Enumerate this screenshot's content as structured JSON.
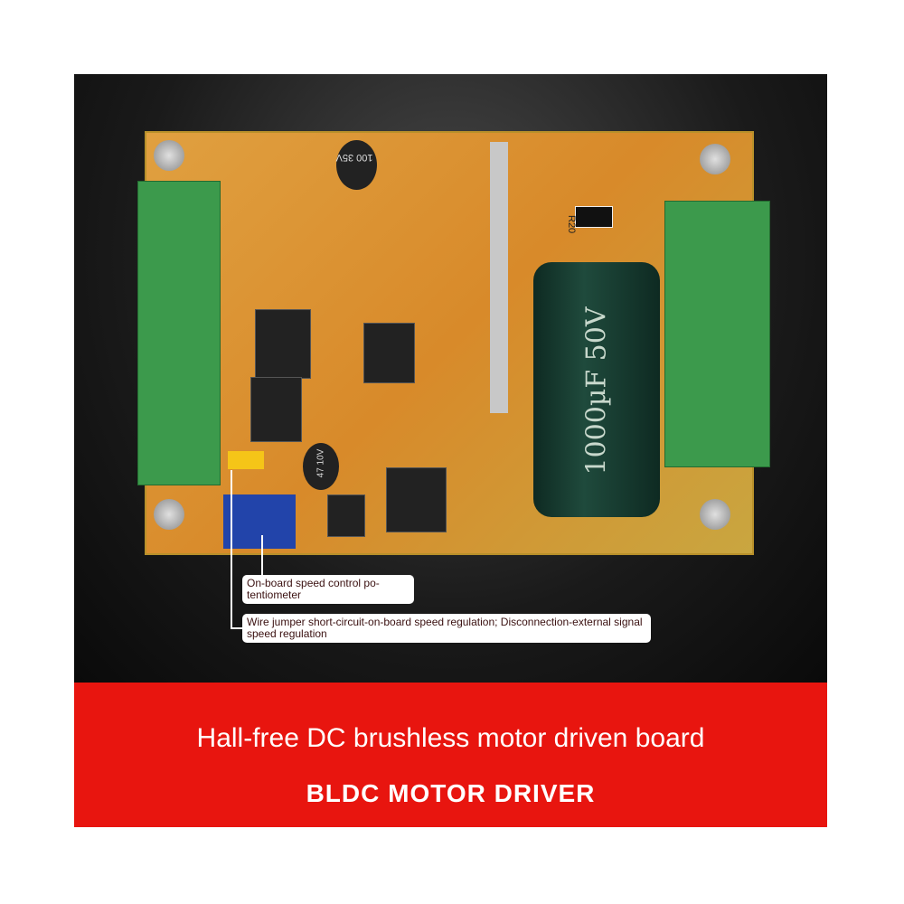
{
  "image": {
    "description_labels": {
      "cap_main": "1000µF 50V",
      "cap_small": "100 35V",
      "cap_mini": "47 10V",
      "resistor": "R20"
    }
  },
  "callouts": [
    {
      "text": "On-board speed control po- tentiometer"
    },
    {
      "text": "Wire jumper short-circuit-on-board speed regulation; Disconnection-external signal speed regulation"
    }
  ],
  "banner": {
    "subtitle": "Hall-free DC brushless motor driven board",
    "title": "BLDC MOTOR DRIVER",
    "color": "#e8150f"
  }
}
